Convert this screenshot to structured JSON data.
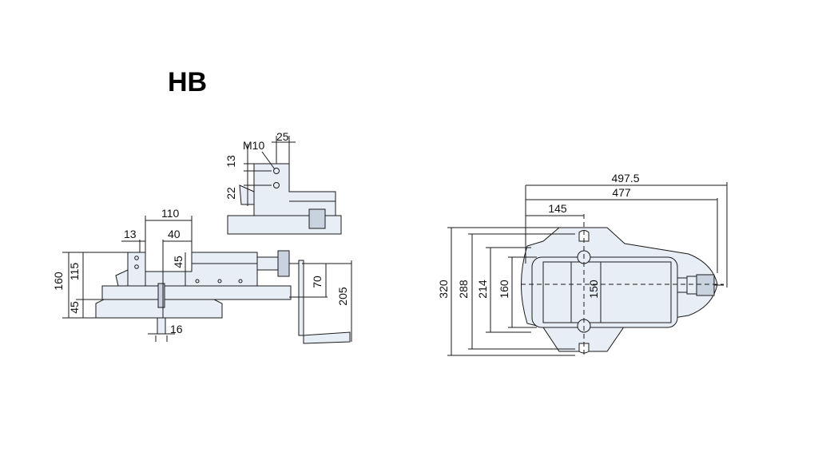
{
  "title": "HB",
  "side_view": {
    "dims": {
      "w110": "110",
      "w13": "13",
      "w40": "40",
      "h45_jaw": "45",
      "h160": "160",
      "h115": "115",
      "h45": "45",
      "w16": "16",
      "h70": "70",
      "h205": "205"
    }
  },
  "detail_view": {
    "dims": {
      "m10": "M10",
      "w25": "25",
      "h13": "13",
      "h22": "22"
    }
  },
  "top_view": {
    "dims": {
      "w4975": "497.5",
      "w477": "477",
      "w145": "145",
      "h320": "320",
      "h288": "288",
      "h214": "214",
      "h160": "160",
      "h150": "150"
    }
  },
  "colors": {
    "line": "#1a1a1a",
    "fill": "#e8eef6",
    "fill_dark": "#c9d3e0"
  }
}
